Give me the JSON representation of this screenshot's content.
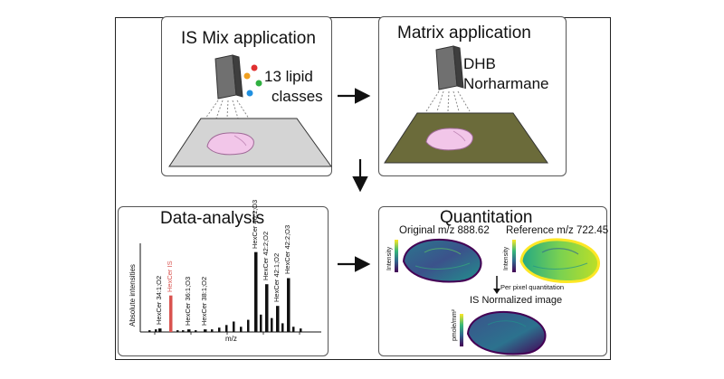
{
  "panels": {
    "is_mix": {
      "title": "IS Mix application",
      "label_line1": "13 lipid",
      "label_line2": "classes"
    },
    "matrix": {
      "title": "Matrix application",
      "label_line1": "DHB",
      "label_line2": "Norharmane"
    },
    "data_analysis": {
      "title": "Data-analysis"
    },
    "quantitation": {
      "title": "Quantitation",
      "original_label": "Original m/z 888.62",
      "reference_label": "Reference m/z 722.45",
      "intensity_label": "Intensity",
      "per_pixel_label": "Per pixel quantitation",
      "normalized_label": "IS Normalized image",
      "pmol_label": "pmole/mm²"
    }
  },
  "chart_data": {
    "type": "bar",
    "ylabel": "Absolute intensities",
    "xlabel": "m/z",
    "peak_labels": [
      {
        "text": "HexCer 34:1;O2",
        "highlight": false
      },
      {
        "text": "HexCer IS",
        "highlight": true
      },
      {
        "text": "HexCer 36:1;O3",
        "highlight": false
      },
      {
        "text": "HexCer 38:1;O2",
        "highlight": false
      },
      {
        "text": "HexCer 40:1;O3",
        "highlight": false
      },
      {
        "text": "HexCer 42:2;O2",
        "highlight": false
      },
      {
        "text": "HexCer 42:1;O2",
        "highlight": false
      },
      {
        "text": "HexCer 42:2;O3",
        "highlight": false
      }
    ]
  },
  "colors": {
    "is_plate": "#d4d4d4",
    "matrix_plate": "#6b6b3a",
    "tissue": "#f2c6e9",
    "highlight_bar": "#d9534f",
    "dot_colors": [
      "#e03030",
      "#f0a020",
      "#30b040",
      "#2090e0"
    ]
  }
}
